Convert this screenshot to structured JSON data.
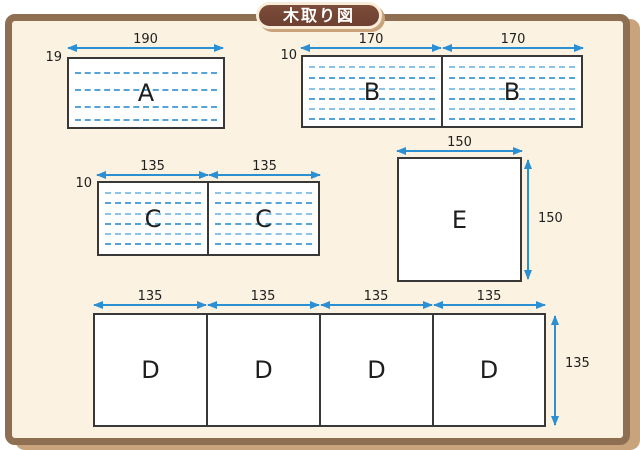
{
  "title": "木取り図",
  "colors": {
    "frame_brown": "#8f6f52",
    "frame_shadow_tan": "#c8a37c",
    "badge_brown": "#784938",
    "paper_cream": "#fcf2e2",
    "dimension_arrow_blue": "#2b8fd4",
    "grain_line_blue": "#57a3d7",
    "piece_border": "#383838"
  },
  "pieces": {
    "a": {
      "letter": "A",
      "width": "190",
      "thickness": "19",
      "count": 1
    },
    "b": {
      "letter": "B",
      "width": "170",
      "thickness": "10",
      "count": 2
    },
    "c": {
      "letter": "C",
      "width": "135",
      "thickness": "10",
      "count": 2
    },
    "d": {
      "letter": "D",
      "width": "135",
      "height": "135",
      "count": 4
    },
    "e": {
      "letter": "E",
      "width": "150",
      "height": "150",
      "count": 1
    }
  }
}
